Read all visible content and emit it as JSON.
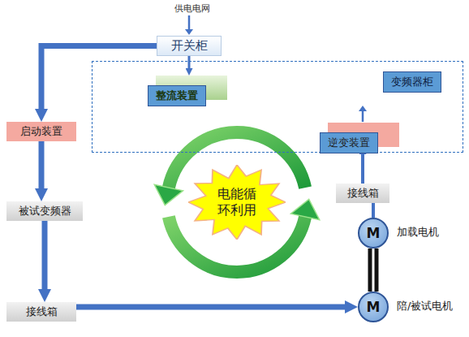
{
  "diagram": {
    "nodes": [
      {
        "text": [
          "开关柜"
        ]
      },
      {
        "text": [
          "变频器柜"
        ]
      },
      {
        "text": [
          "整流装置"
        ],
        "in": 1
      },
      {
        "text": [
          "逆变装置"
        ],
        "in": 1
      },
      {
        "text": [
          "启动装置"
        ]
      },
      {
        "text": [
          "被试变频器"
        ]
      },
      {
        "text": [
          "接线箱"
        ]
      },
      {
        "text": [
          "接线箱"
        ]
      },
      {
        "text": [
          "M",
          "加载电机"
        ]
      },
      {
        "text": [
          "M",
          "陪/被试电机"
        ]
      },
      {
        "text": [
          "电能循环利用"
        ]
      }
    ],
    "edges": [
      {
        "from": 0,
        "to": 4,
        "arrow": "to"
      },
      {
        "from": 0,
        "to": 2,
        "arrow": "to"
      },
      {
        "from": 4,
        "to": 5,
        "arrow": "to"
      },
      {
        "from": 5,
        "to": 6,
        "arrow": "to"
      },
      {
        "from": 6,
        "to": 9,
        "arrow": "to"
      },
      {
        "from": 7,
        "to": 3,
        "arrow": "to"
      },
      {
        "from": 8,
        "to": 7,
        "arrow": "none"
      },
      {
        "from": 8,
        "to": 9,
        "arrow": "none"
      }
    ],
    "labels": [
      "供电电网"
    ]
  }
}
